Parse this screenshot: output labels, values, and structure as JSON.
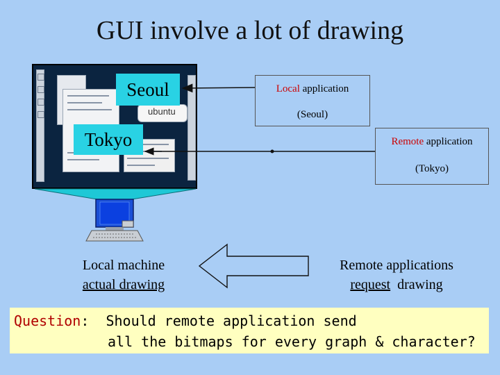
{
  "title": "GUI involve a lot of drawing",
  "screenshot": {
    "seoul_label": "Seoul",
    "tokyo_label": "Tokyo",
    "desktop_logo_text": "ubuntu"
  },
  "local_box": {
    "highlight": "Local",
    "rest": " application",
    "city": "(Seoul)"
  },
  "remote_box": {
    "highlight": "Remote",
    "rest": " application",
    "city": "(Tokyo)"
  },
  "local_caption": {
    "line1": "Local machine",
    "line2": "actual drawing"
  },
  "remote_caption": {
    "line1": "Remote applications",
    "line2_underlined": "request",
    "line2_rest": "  drawing"
  },
  "question": {
    "label": "Question",
    "line1_rest": ":  Should remote application send",
    "line2": "all the bitmaps for every graph & character?"
  },
  "colors": {
    "background": "#a9cdf5",
    "label_fill": "#29d2e4",
    "question_fill": "#ffffc0",
    "highlight_red": "#cc0000"
  }
}
